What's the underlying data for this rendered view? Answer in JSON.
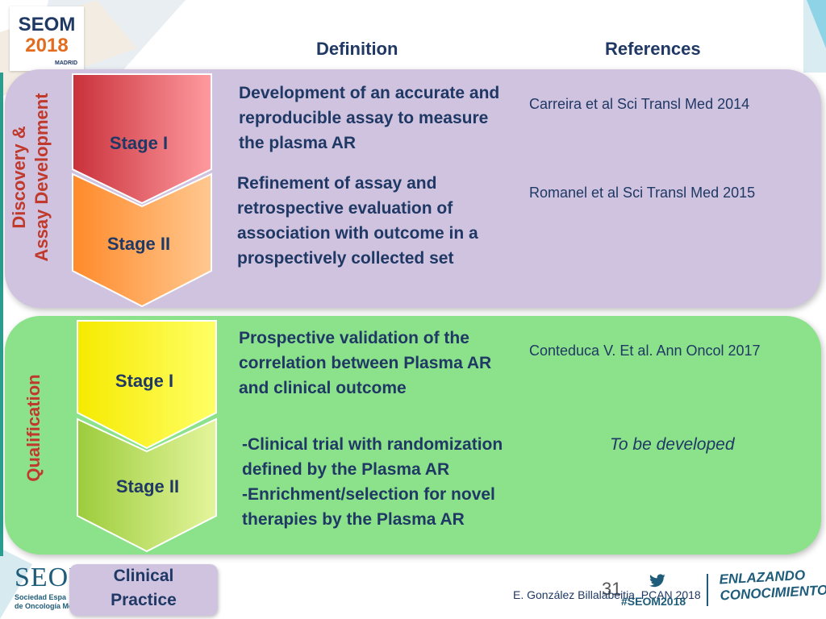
{
  "headers": {
    "definition": "Definition",
    "references": "References"
  },
  "logo": {
    "brand": "SEOM",
    "year": "2018",
    "city": "MADRID"
  },
  "groups": [
    {
      "label_line1": "Discovery &",
      "label_line2": "Assay Development",
      "stages": [
        {
          "name": "Stage I",
          "definition": [
            "Development of an accurate and",
            "reproducible assay to measure",
            "the plasma AR"
          ],
          "reference": "Carreira et al Sci Transl Med 2014"
        },
        {
          "name": "Stage II",
          "definition": [
            "Refinement of assay and",
            "retrospective evaluation of",
            "association with outcome in a",
            "prospectively collected set"
          ],
          "reference": "Romanel et al Sci Transl Med 2015"
        }
      ]
    },
    {
      "label_line1": "Qualification",
      "stages": [
        {
          "name": "Stage I",
          "definition": [
            "Prospective validation of the",
            "correlation between Plasma AR",
            "and clinical outcome"
          ],
          "reference": "Conteduca V. Et al. Ann Oncol 2017"
        },
        {
          "name": "Stage II",
          "definition": [
            "-Clinical trial with randomization",
            "defined by the Plasma AR",
            "-Enrichment/selection for novel",
            "therapies by the Plasma AR"
          ],
          "reference": "To be developed"
        }
      ]
    }
  ],
  "clinical_practice": {
    "line1": "Clinical",
    "line2": "Practice"
  },
  "footer": {
    "seom": "SEOM",
    "society_line1": "Sociedad Espa",
    "society_line2": "de Oncología Mé",
    "author": "E. González Billalabeitia. PCAN 2018",
    "slide_number": "31",
    "hashtag": "#SEOM2018",
    "slogan_line1": "ENLAZANDO",
    "slogan_line2": "CONOCIMIENTO"
  },
  "colors": {
    "navy": "#1f3864",
    "red_label": "#c0392b",
    "discovery_panel": "#cfc3e0",
    "qualification_panel": "#8be28a",
    "stage1_red": "#e8585e",
    "stage2_orange": "#ffa65a",
    "stage1_yellow": "#fff200",
    "stage2_green": "#b6dc6a"
  }
}
